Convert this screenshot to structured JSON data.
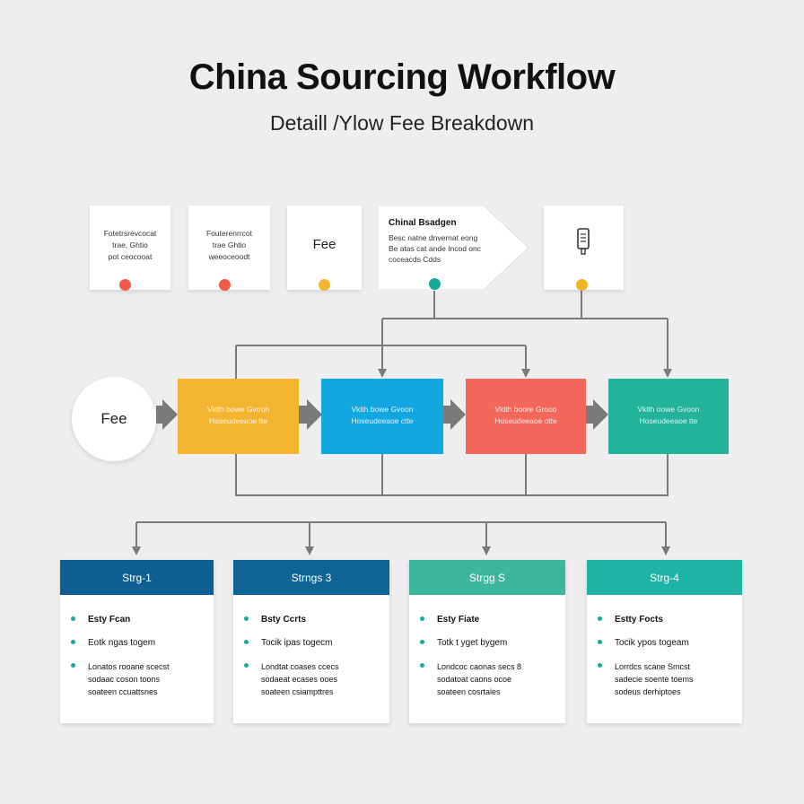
{
  "title": "China Sourcing Workflow",
  "subtitle": "Detaill /Ylow Fee Breakdown",
  "colors": {
    "red": "#f05a47",
    "yellow": "#f3b52f",
    "teal": "#19a99b",
    "gold": "#f2b324",
    "blue": "#12a7e1",
    "coral": "#f2675a",
    "green": "#23b29a",
    "navy": "#0f5f94",
    "navy2": "#0e6495",
    "teal_head": "#3db69e",
    "teal_head2": "#1fb3a6",
    "line": "#7a7a7a"
  },
  "top_cards": [
    {
      "lines": [
        "Fotetrsrevcocat",
        "trae, Ghtio",
        "pot ceocooat"
      ]
    },
    {
      "lines": [
        "Fouterenrrcot",
        "trae Ghtio",
        "weeoceoodt"
      ]
    },
    {
      "label": "Fee"
    },
    {
      "title": "Chinal Bsadgen",
      "lines": [
        "Besc natne dnvernat eong",
        "Be atas cat ande Incod onc",
        "coceacds Cdds"
      ]
    },
    {
      "icon": "phone-icon"
    }
  ],
  "start_circle": {
    "label": "Fee"
  },
  "process_boxes": [
    {
      "lines": [
        "Vklth bowe Gvoon",
        "Hoseudeeaoe tte"
      ]
    },
    {
      "lines": [
        "Vklth bowe Gvoon",
        "Hoseudeeaoe ctte"
      ]
    },
    {
      "lines": [
        "Vklth boore Grooo",
        "Hoseudeeaoe otte"
      ]
    },
    {
      "lines": [
        "Vklth oowe Gvoon",
        "Hoseudeeaoe tte"
      ]
    }
  ],
  "stages": [
    {
      "header": "Strg-1",
      "items": [
        {
          "text": "Esty Fcan",
          "strong": true
        },
        {
          "text": "Eotk ngas togem"
        },
        {
          "text": "Lonatos rooane scecst\nsodaac coson toons\nsoateen ccuattsnes"
        }
      ]
    },
    {
      "header": "Strngs 3",
      "items": [
        {
          "text": "Bsty Ccrts",
          "strong": true
        },
        {
          "text": "Tocik ipas togecm"
        },
        {
          "text": "Londtat coases ccecs\nsodaeat ecases ooes\nsoateen csiampttres"
        }
      ]
    },
    {
      "header": "Strgg S",
      "items": [
        {
          "text": "Esty Fiate",
          "strong": true
        },
        {
          "text": "Totk t yget bygem"
        },
        {
          "text": "Londcoc caonas secs 8\nsodatoat caons ocoe\nsoateen cosrtaies"
        }
      ]
    },
    {
      "header": "Strg-4",
      "items": [
        {
          "text": "Estty Focts",
          "strong": true
        },
        {
          "text": "Tocik ypos togeam"
        },
        {
          "text": "Lorrdcs scane Smcst\nsadecie soente toems\nsodeus derhiptoes"
        }
      ]
    }
  ]
}
